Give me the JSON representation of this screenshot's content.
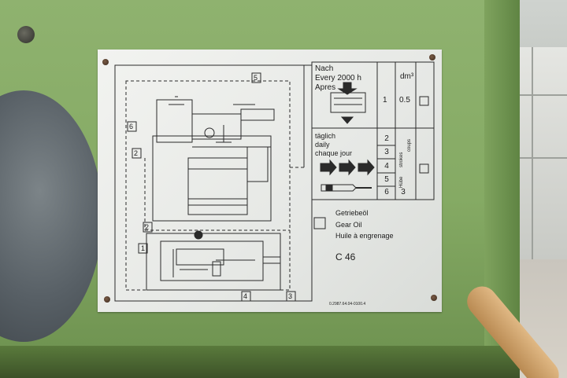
{
  "plate": {
    "interval_heading": [
      "Nach",
      "Every 2000 h",
      "Apres"
    ],
    "unit": "dm³",
    "interval_count": "1",
    "interval_volume": "0.5",
    "daily_heading": [
      "täglich",
      "daily",
      "chaque jour"
    ],
    "daily_numbers": [
      "2",
      "3",
      "4",
      "5",
      "6"
    ],
    "side_count": "3",
    "side_labels": [
      "strokes",
      "coups",
      "Hübe"
    ],
    "oil_labels": [
      "Getriebeöl",
      "Gear Oil",
      "Huile à engrenage"
    ],
    "oil_grade": "C 46",
    "footer": "0.2987.64.04-0100.4",
    "diagram_callouts": [
      "5",
      "6",
      "2",
      "2",
      "1",
      "4",
      "3"
    ]
  },
  "colors": {
    "machine_green": "#8fb26f",
    "plate_face": "#eceeea",
    "ink": "#1c1c1c"
  }
}
